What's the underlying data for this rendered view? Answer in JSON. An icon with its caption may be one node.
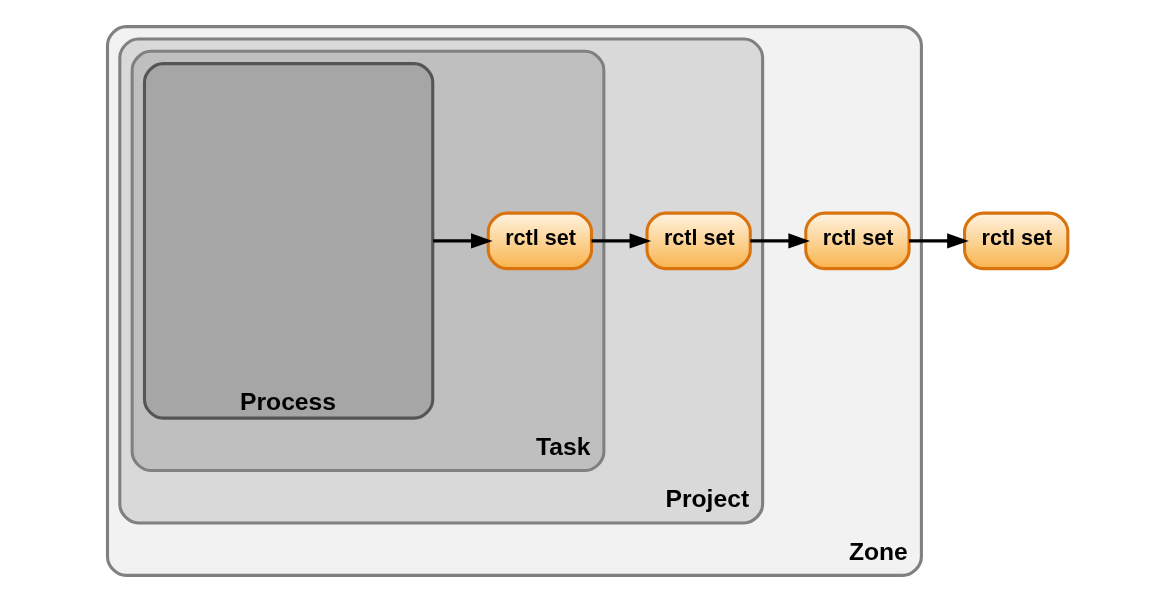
{
  "diagram": {
    "nodes": [
      {
        "text": [
          "Zone"
        ]
      },
      {
        "text": [
          "Project"
        ],
        "in": 0
      },
      {
        "text": [
          "Task"
        ],
        "in": 1
      },
      {
        "text": [
          "Process"
        ],
        "in": 2
      },
      {
        "text": [
          "rctl set"
        ],
        "in": 2
      },
      {
        "text": [
          "rctl set"
        ],
        "in": 1
      },
      {
        "text": [
          "rctl set"
        ],
        "in": 0
      },
      {
        "text": [
          "rctl set"
        ]
      }
    ],
    "edges": [
      {
        "from": 3,
        "to": 4,
        "arrow": "to"
      },
      {
        "from": 4,
        "to": 5,
        "arrow": "to"
      },
      {
        "from": 5,
        "to": 6,
        "arrow": "to"
      },
      {
        "from": 6,
        "to": 7,
        "arrow": "to"
      }
    ]
  }
}
